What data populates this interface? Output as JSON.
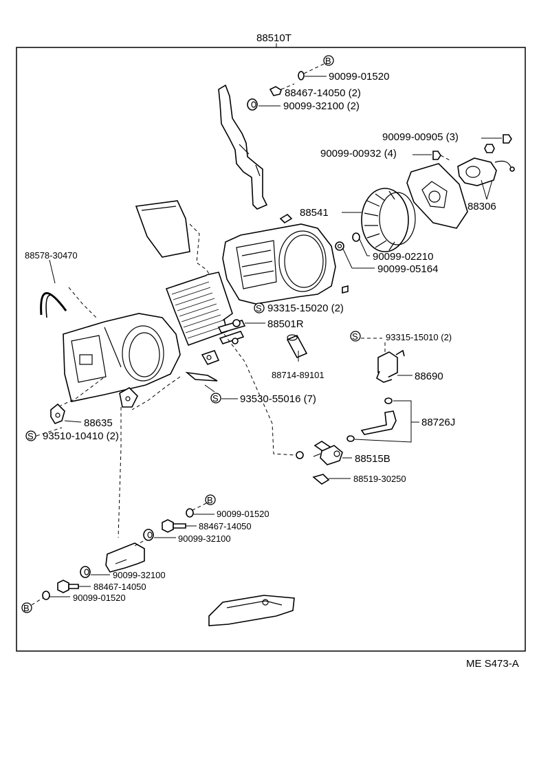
{
  "assembly": "88510T",
  "code": "ME S473-A",
  "circle_letters": {
    "s": "S",
    "b": "B"
  },
  "parts": {
    "p1": "90099-01520",
    "p2": "88467-14050 (2)",
    "p3": "90099-32100 (2)",
    "p4": "90099-00905 (3)",
    "p5": "90099-00932 (4)",
    "p6": "88306",
    "p7": "88541",
    "p8": "90099-02210",
    "p9": "90099-05164",
    "p10": "88578-30470",
    "p11": "93315-15020 (2)",
    "p12": "88501R",
    "p13": "93315-15010 (2)",
    "p14": "88714-89101",
    "p15": "88690",
    "p16": "93530-55016 (7)",
    "p17": "88726J",
    "p18": "88635",
    "p19": "93510-10410 (2)",
    "p20": "88515B",
    "p21": "88519-30250",
    "p22": "90099-01520",
    "p23": "88467-14050",
    "p24": "90099-32100",
    "p25": "90099-32100",
    "p26": "88467-14050",
    "p27": "90099-01520"
  }
}
